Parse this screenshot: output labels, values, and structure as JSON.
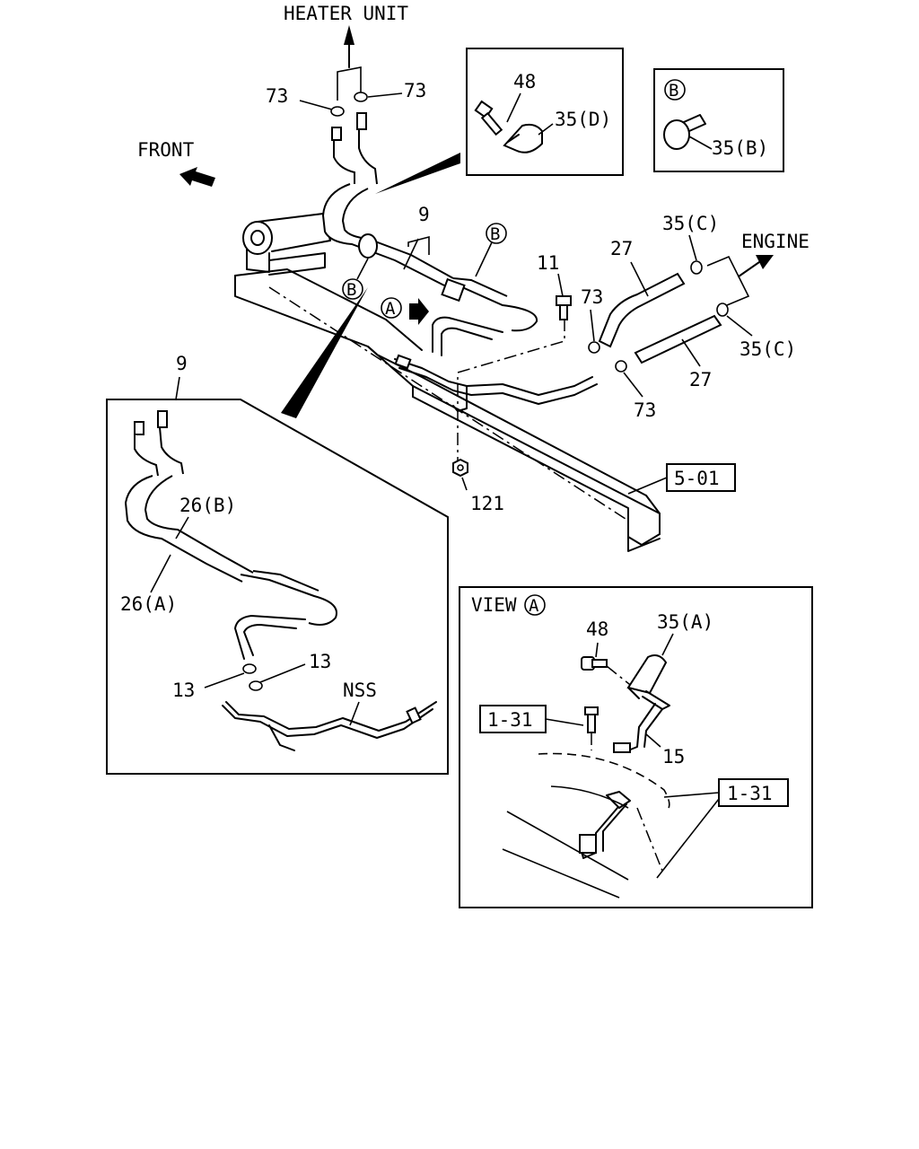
{
  "labels": {
    "heater_unit": "HEATER UNIT",
    "front": "FRONT",
    "engine": "ENGINE",
    "view": "VIEW",
    "callout_a": "A",
    "callout_b": "B",
    "p73": "73",
    "p9": "9",
    "p11": "11",
    "p27": "27",
    "p35c": "35(C)",
    "p121": "121",
    "p501": "5-01",
    "p48": "48",
    "p35d": "35(D)",
    "p35b": "35(B)",
    "p26b": "26(B)",
    "p26a": "26(A)",
    "p13": "13",
    "nss": "NSS",
    "p35a": "35(A)",
    "p131": "1-31",
    "p15": "15"
  },
  "colors": {
    "ink": "#000000",
    "paper": "#ffffff"
  }
}
